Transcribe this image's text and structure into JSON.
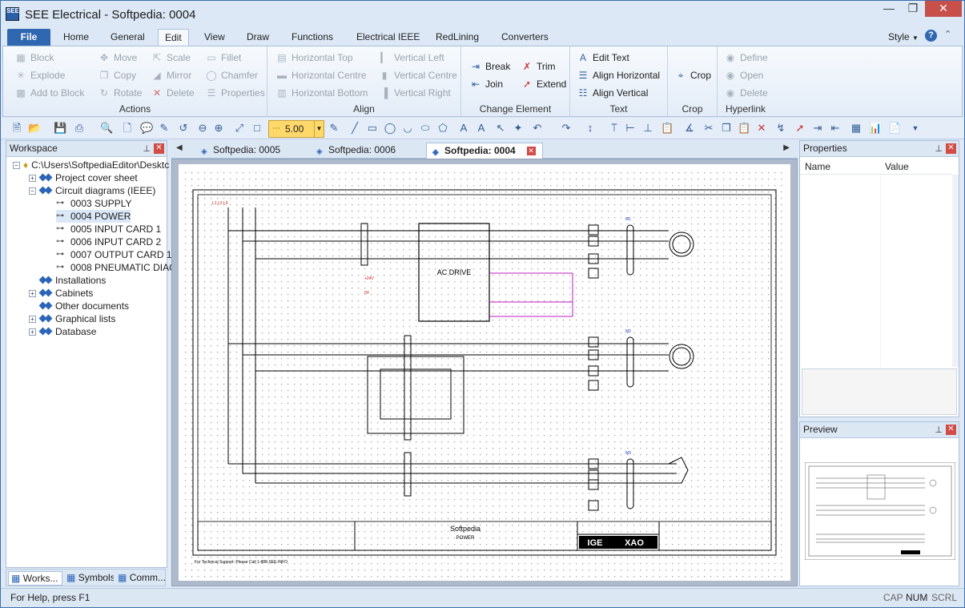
{
  "window": {
    "title": "SEE Electrical - Softpedia: 0004",
    "app_icon": "SEE"
  },
  "ribbon_tabs": [
    "File",
    "Home",
    "General",
    "Edit",
    "View",
    "Draw",
    "Functions",
    "Electrical IEEE",
    "RedLining",
    "Converters"
  ],
  "style_label": "Style",
  "groups": {
    "actions": {
      "label": "Actions",
      "items": [
        "Block",
        "Move",
        "Scale",
        "Fillet",
        "Explode",
        "Copy",
        "Mirror",
        "Chamfer",
        "Add to Block",
        "Rotate",
        "Delete",
        "Properties"
      ]
    },
    "align": {
      "label": "Align",
      "items": [
        "Horizontal Top",
        "Vertical Left",
        "Horizontal Centre",
        "Vertical Centre",
        "Horizontal Bottom",
        "Vertical Right"
      ]
    },
    "change": {
      "label": "Change Element",
      "items": [
        "Break",
        "Trim",
        "Join",
        "Extend"
      ]
    },
    "text": {
      "label": "Text",
      "items": [
        "Edit Text",
        "Align Horizontal",
        "Align Vertical"
      ]
    },
    "crop": {
      "label": "Crop",
      "items": [
        "Crop"
      ]
    },
    "hyperlink": {
      "label": "Hyperlink",
      "items": [
        "Define",
        "Open",
        "Delete"
      ]
    }
  },
  "zoom_value": "5.00",
  "workspace": {
    "title": "Workspace",
    "root": "C:\\Users\\SoftpediaEditor\\Desktc",
    "nodes": [
      "Project cover sheet",
      "Circuit diagrams (IEEE)",
      "0003 SUPPLY",
      "0004 POWER",
      "0005 INPUT CARD 1",
      "0006 INPUT CARD 2",
      "0007 OUTPUT CARD 1",
      "0008 PNEUMATIC DIAG",
      "Installations",
      "Cabinets",
      "Other documents",
      "Graphical lists",
      "Database"
    ],
    "bottom_tabs": [
      "Works...",
      "Symbols",
      "Comm..."
    ]
  },
  "doc_tabs": [
    "Softpedia: 0005",
    "Softpedia: 0006",
    "Softpedia: 0004"
  ],
  "properties": {
    "title": "Properties",
    "col_name": "Name",
    "col_value": "Value"
  },
  "preview": {
    "title": "Preview"
  },
  "drawing": {
    "drive_label": "AC DRIVE",
    "title_company": "Softpedia",
    "title_sub": "POWER",
    "logo_left": "IGE",
    "logo_right": "XAO",
    "footer_text": "For Technical Support: Please Call 1-888-SEE-INFO"
  },
  "status": {
    "help": "For Help, press F1",
    "cap": "CAP",
    "num": "NUM",
    "scrl": "SCRL"
  }
}
